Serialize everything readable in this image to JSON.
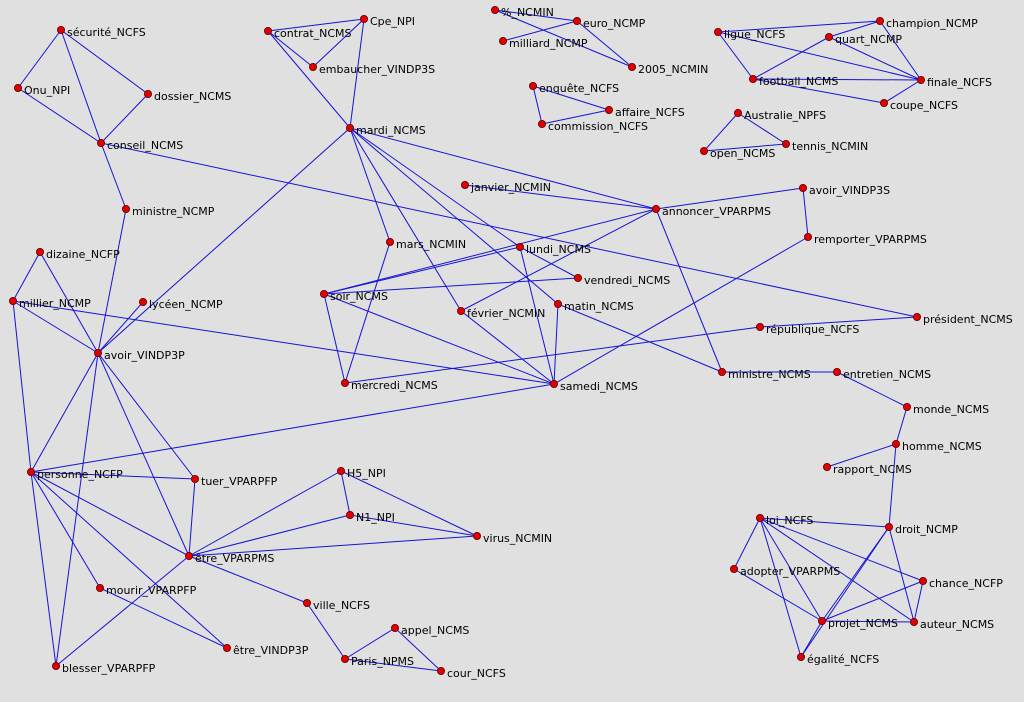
{
  "graph": {
    "node_color": "#e00000",
    "edge_color": "#1414d4",
    "background": "#e0e0e0",
    "nodes": [
      {
        "id": "securite",
        "label": "sécurité_NCFS"
      },
      {
        "id": "onu",
        "label": "Onu_NPI"
      },
      {
        "id": "dossier",
        "label": "dossier_NCMS"
      },
      {
        "id": "conseil",
        "label": "conseil_NCMS"
      },
      {
        "id": "ministre_ncmp",
        "label": "ministre_NCMP"
      },
      {
        "id": "contrat",
        "label": "contrat_NCMS"
      },
      {
        "id": "cpe",
        "label": "Cpe_NPI"
      },
      {
        "id": "embaucher",
        "label": "embaucher_VINDP3S"
      },
      {
        "id": "mardi",
        "label": "mardi_NCMS"
      },
      {
        "id": "pct",
        "label": "%_NCMIN"
      },
      {
        "id": "euro",
        "label": "euro_NCMP"
      },
      {
        "id": "milliard",
        "label": "milliard_NCMP"
      },
      {
        "id": "y2005",
        "label": "2005_NCMIN"
      },
      {
        "id": "enquete",
        "label": "enquête_NCFS"
      },
      {
        "id": "affaire",
        "label": "affaire_NCFS"
      },
      {
        "id": "commission",
        "label": "commission_NCFS"
      },
      {
        "id": "ligue",
        "label": "ligue_NCFS"
      },
      {
        "id": "champion",
        "label": "champion_NCMP"
      },
      {
        "id": "quart",
        "label": "quart_NCMP"
      },
      {
        "id": "football",
        "label": "football_NCMS"
      },
      {
        "id": "finale",
        "label": "finale_NCFS"
      },
      {
        "id": "coupe",
        "label": "coupe_NCFS"
      },
      {
        "id": "australie",
        "label": "Australie_NPFS"
      },
      {
        "id": "open",
        "label": "open_NCMS"
      },
      {
        "id": "tennis",
        "label": "tennis_NCMIN"
      },
      {
        "id": "janvier",
        "label": "janvier_NCMIN"
      },
      {
        "id": "annoncer",
        "label": "annoncer_VPARPMS"
      },
      {
        "id": "avoir_vindp3s",
        "label": "avoir_VINDP3S"
      },
      {
        "id": "remporter",
        "label": "remporter_VPARPMS"
      },
      {
        "id": "mars",
        "label": "mars_NCMIN"
      },
      {
        "id": "lundi",
        "label": "lundi_NCMS"
      },
      {
        "id": "vendredi",
        "label": "vendredi_NCMS"
      },
      {
        "id": "soir",
        "label": "soir_NCMS"
      },
      {
        "id": "fevrier",
        "label": "février_NCMIN"
      },
      {
        "id": "matin",
        "label": "matin_NCMS"
      },
      {
        "id": "president",
        "label": "président_NCMS"
      },
      {
        "id": "republique",
        "label": "république_NCFS"
      },
      {
        "id": "mercredi",
        "label": "mercredi_NCMS"
      },
      {
        "id": "samedi",
        "label": "samedi_NCMS"
      },
      {
        "id": "ministre_ncms",
        "label": "ministre_NCMS"
      },
      {
        "id": "entretien",
        "label": "entretien_NCMS"
      },
      {
        "id": "monde",
        "label": "monde_NCMS"
      },
      {
        "id": "homme",
        "label": "homme_NCMS"
      },
      {
        "id": "rapport",
        "label": "rapport_NCMS"
      },
      {
        "id": "dizaine",
        "label": "dizaine_NCFP"
      },
      {
        "id": "millier",
        "label": "millier_NCMP"
      },
      {
        "id": "lyceen",
        "label": "lycéen_NCMP"
      },
      {
        "id": "avoir_vindp3p",
        "label": "avoir_VINDP3P"
      },
      {
        "id": "personne",
        "label": "personne_NCFP"
      },
      {
        "id": "tuer",
        "label": "tuer_VPARPFP"
      },
      {
        "id": "h5",
        "label": "H5_NPI"
      },
      {
        "id": "n1",
        "label": "N1_NPI"
      },
      {
        "id": "virus",
        "label": "virus_NCMIN"
      },
      {
        "id": "etre_vparpms",
        "label": "être_VPARPMS"
      },
      {
        "id": "mourir",
        "label": "mourir_VPARPFP"
      },
      {
        "id": "ville",
        "label": "ville_NCFS"
      },
      {
        "id": "appel",
        "label": "appel_NCMS"
      },
      {
        "id": "etre_vindp3p",
        "label": "être_VINDP3P"
      },
      {
        "id": "paris",
        "label": "Paris_NPMS"
      },
      {
        "id": "cour",
        "label": "cour_NCFS"
      },
      {
        "id": "blesser",
        "label": "blesser_VPARPFP"
      },
      {
        "id": "loi",
        "label": "loi_NCFS"
      },
      {
        "id": "droit",
        "label": "droit_NCMP"
      },
      {
        "id": "adopter",
        "label": "adopter_VPARPMS"
      },
      {
        "id": "chance",
        "label": "chance_NCFP"
      },
      {
        "id": "projet",
        "label": "projet_NCMS"
      },
      {
        "id": "auteur",
        "label": "auteur_NCMS"
      },
      {
        "id": "egalite",
        "label": "égalité_NCFS"
      }
    ],
    "edges": [
      [
        "securite",
        "onu"
      ],
      [
        "securite",
        "dossier"
      ],
      [
        "securite",
        "conseil"
      ],
      [
        "onu",
        "conseil"
      ],
      [
        "dossier",
        "conseil"
      ],
      [
        "conseil",
        "ministre_ncmp"
      ],
      [
        "conseil",
        "president"
      ],
      [
        "ministre_ncmp",
        "avoir_vindp3p"
      ],
      [
        "contrat",
        "cpe"
      ],
      [
        "contrat",
        "embaucher"
      ],
      [
        "contrat",
        "mardi"
      ],
      [
        "cpe",
        "embaucher"
      ],
      [
        "cpe",
        "mardi"
      ],
      [
        "mardi",
        "annoncer"
      ],
      [
        "mardi",
        "mars"
      ],
      [
        "mardi",
        "lundi"
      ],
      [
        "mardi",
        "fevrier"
      ],
      [
        "mardi",
        "matin"
      ],
      [
        "mardi",
        "avoir_vindp3p"
      ],
      [
        "pct",
        "euro"
      ],
      [
        "pct",
        "y2005"
      ],
      [
        "euro",
        "milliard"
      ],
      [
        "euro",
        "y2005"
      ],
      [
        "enquete",
        "affaire"
      ],
      [
        "enquete",
        "commission"
      ],
      [
        "commission",
        "affaire"
      ],
      [
        "ligue",
        "champion"
      ],
      [
        "ligue",
        "football"
      ],
      [
        "ligue",
        "finale"
      ],
      [
        "champion",
        "quart"
      ],
      [
        "champion",
        "finale"
      ],
      [
        "quart",
        "football"
      ],
      [
        "quart",
        "finale"
      ],
      [
        "football",
        "finale"
      ],
      [
        "football",
        "coupe"
      ],
      [
        "coupe",
        "finale"
      ],
      [
        "australie",
        "open"
      ],
      [
        "australie",
        "tennis"
      ],
      [
        "open",
        "tennis"
      ],
      [
        "janvier",
        "annoncer"
      ],
      [
        "annoncer",
        "avoir_vindp3s"
      ],
      [
        "annoncer",
        "soir"
      ],
      [
        "annoncer",
        "fevrier"
      ],
      [
        "annoncer",
        "ministre_ncms"
      ],
      [
        "avoir_vindp3s",
        "remporter"
      ],
      [
        "remporter",
        "samedi"
      ],
      [
        "mars",
        "mercredi"
      ],
      [
        "lundi",
        "soir"
      ],
      [
        "lundi",
        "vendredi"
      ],
      [
        "lundi",
        "samedi"
      ],
      [
        "soir",
        "vendredi"
      ],
      [
        "soir",
        "samedi"
      ],
      [
        "soir",
        "mercredi"
      ],
      [
        "fevrier",
        "samedi"
      ],
      [
        "matin",
        "samedi"
      ],
      [
        "matin",
        "ministre_ncms"
      ],
      [
        "republique",
        "president"
      ],
      [
        "republique",
        "mercredi"
      ],
      [
        "samedi",
        "millier"
      ],
      [
        "samedi",
        "personne"
      ],
      [
        "ministre_ncms",
        "entretien"
      ],
      [
        "entretien",
        "monde"
      ],
      [
        "monde",
        "homme"
      ],
      [
        "homme",
        "rapport"
      ],
      [
        "homme",
        "droit"
      ],
      [
        "dizaine",
        "millier"
      ],
      [
        "dizaine",
        "avoir_vindp3p"
      ],
      [
        "millier",
        "avoir_vindp3p"
      ],
      [
        "millier",
        "personne"
      ],
      [
        "lyceen",
        "avoir_vindp3p"
      ],
      [
        "avoir_vindp3p",
        "personne"
      ],
      [
        "avoir_vindp3p",
        "tuer"
      ],
      [
        "avoir_vindp3p",
        "etre_vparpms"
      ],
      [
        "avoir_vindp3p",
        "blesser"
      ],
      [
        "personne",
        "tuer"
      ],
      [
        "personne",
        "etre_vparpms"
      ],
      [
        "personne",
        "mourir"
      ],
      [
        "personne",
        "etre_vindp3p"
      ],
      [
        "personne",
        "blesser"
      ],
      [
        "tuer",
        "etre_vparpms"
      ],
      [
        "h5",
        "n1"
      ],
      [
        "h5",
        "etre_vparpms"
      ],
      [
        "h5",
        "virus"
      ],
      [
        "n1",
        "virus"
      ],
      [
        "n1",
        "etre_vparpms"
      ],
      [
        "virus",
        "etre_vparpms"
      ],
      [
        "etre_vparpms",
        "ville"
      ],
      [
        "etre_vparpms",
        "blesser"
      ],
      [
        "mourir",
        "etre_vindp3p"
      ],
      [
        "ville",
        "paris"
      ],
      [
        "paris",
        "appel"
      ],
      [
        "paris",
        "cour"
      ],
      [
        "appel",
        "cour"
      ],
      [
        "loi",
        "droit"
      ],
      [
        "loi",
        "adopter"
      ],
      [
        "loi",
        "chance"
      ],
      [
        "loi",
        "projet"
      ],
      [
        "loi",
        "auteur"
      ],
      [
        "loi",
        "egalite"
      ],
      [
        "droit",
        "projet"
      ],
      [
        "droit",
        "auteur"
      ],
      [
        "droit",
        "egalite"
      ],
      [
        "chance",
        "projet"
      ],
      [
        "chance",
        "auteur"
      ],
      [
        "projet",
        "auteur"
      ],
      [
        "projet",
        "adopter"
      ],
      [
        "projet",
        "egalite"
      ]
    ]
  }
}
